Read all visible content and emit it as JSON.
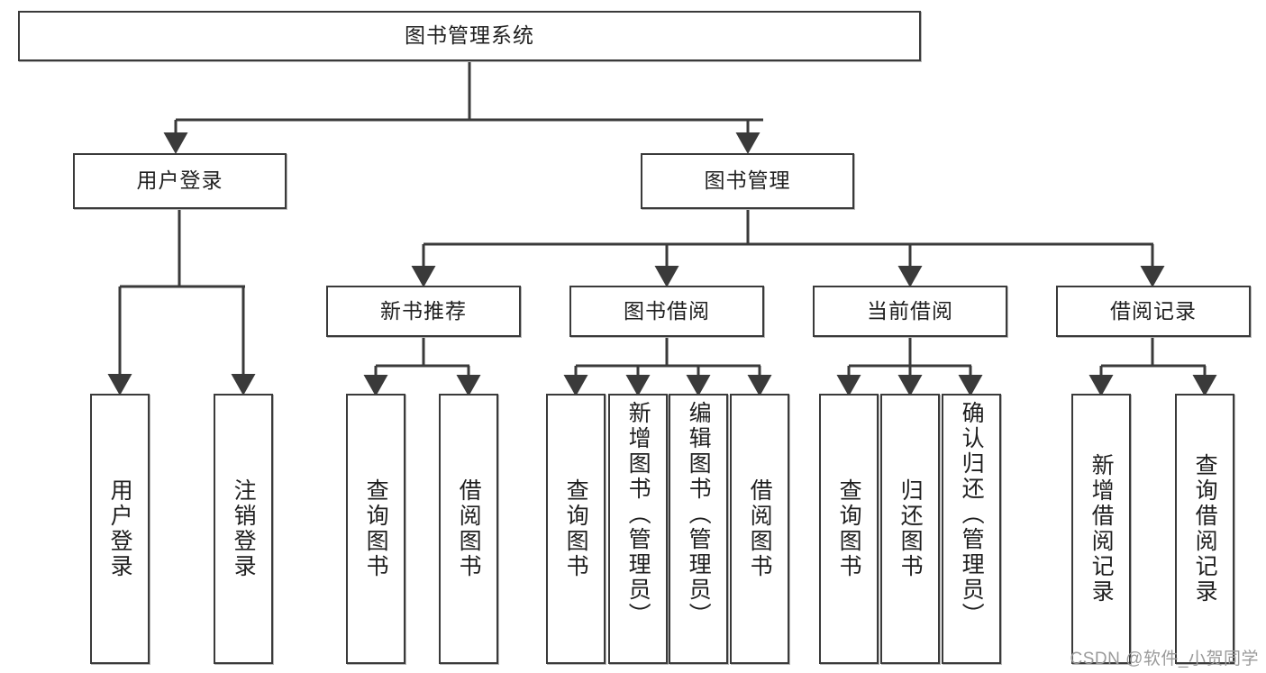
{
  "diagram": {
    "type": "tree-hierarchy-diagram",
    "title": "图书管理系统",
    "watermark": "CSDN @软件_小贺同学",
    "colors": {
      "box_border": "#3a3a3a",
      "box_fill": "#ffffff",
      "edge": "#3a3a3a",
      "text": "#1f1f1f",
      "watermark": "#9a9a9a",
      "background": "#ffffff"
    },
    "root": {
      "label": "图书管理系统"
    },
    "level2": [
      {
        "label": "用户登录"
      },
      {
        "label": "图书管理"
      }
    ],
    "level3": [
      {
        "label": "新书推荐"
      },
      {
        "label": "图书借阅"
      },
      {
        "label": "当前借阅"
      },
      {
        "label": "借阅记录"
      }
    ],
    "leaves": {
      "user_login": [
        {
          "label": "用户登录"
        },
        {
          "label": "注销登录"
        }
      ],
      "new_book": [
        {
          "label": "查询图书"
        },
        {
          "label": "借阅图书"
        }
      ],
      "book_borrow": [
        {
          "label": "查询图书"
        },
        {
          "label": "新增图书（管理员）"
        },
        {
          "label": "编辑图书（管理员）"
        },
        {
          "label": "借阅图书"
        }
      ],
      "current_borrow": [
        {
          "label": "查询图书"
        },
        {
          "label": "归还图书"
        },
        {
          "label": "确认归还（管理员）"
        }
      ],
      "borrow_record": [
        {
          "label": "新增借阅记录"
        },
        {
          "label": "查询借阅记录"
        }
      ]
    }
  }
}
